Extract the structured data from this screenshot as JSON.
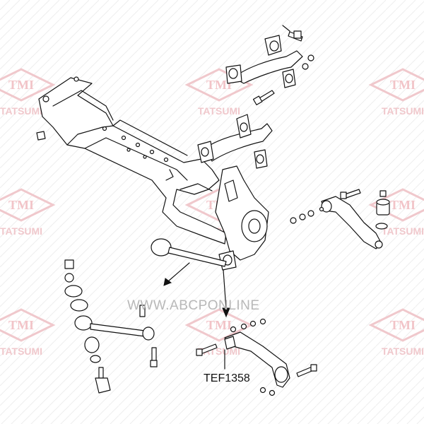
{
  "watermark": {
    "logo_text": "TMI",
    "brand_text": "TATSUMI",
    "color": "#f0c8cc"
  },
  "site_watermark": "WWW.ABCPONLINE",
  "callout": {
    "part_number": "TEF1358"
  },
  "colors": {
    "line": "#111111",
    "background": "#ffffff"
  }
}
